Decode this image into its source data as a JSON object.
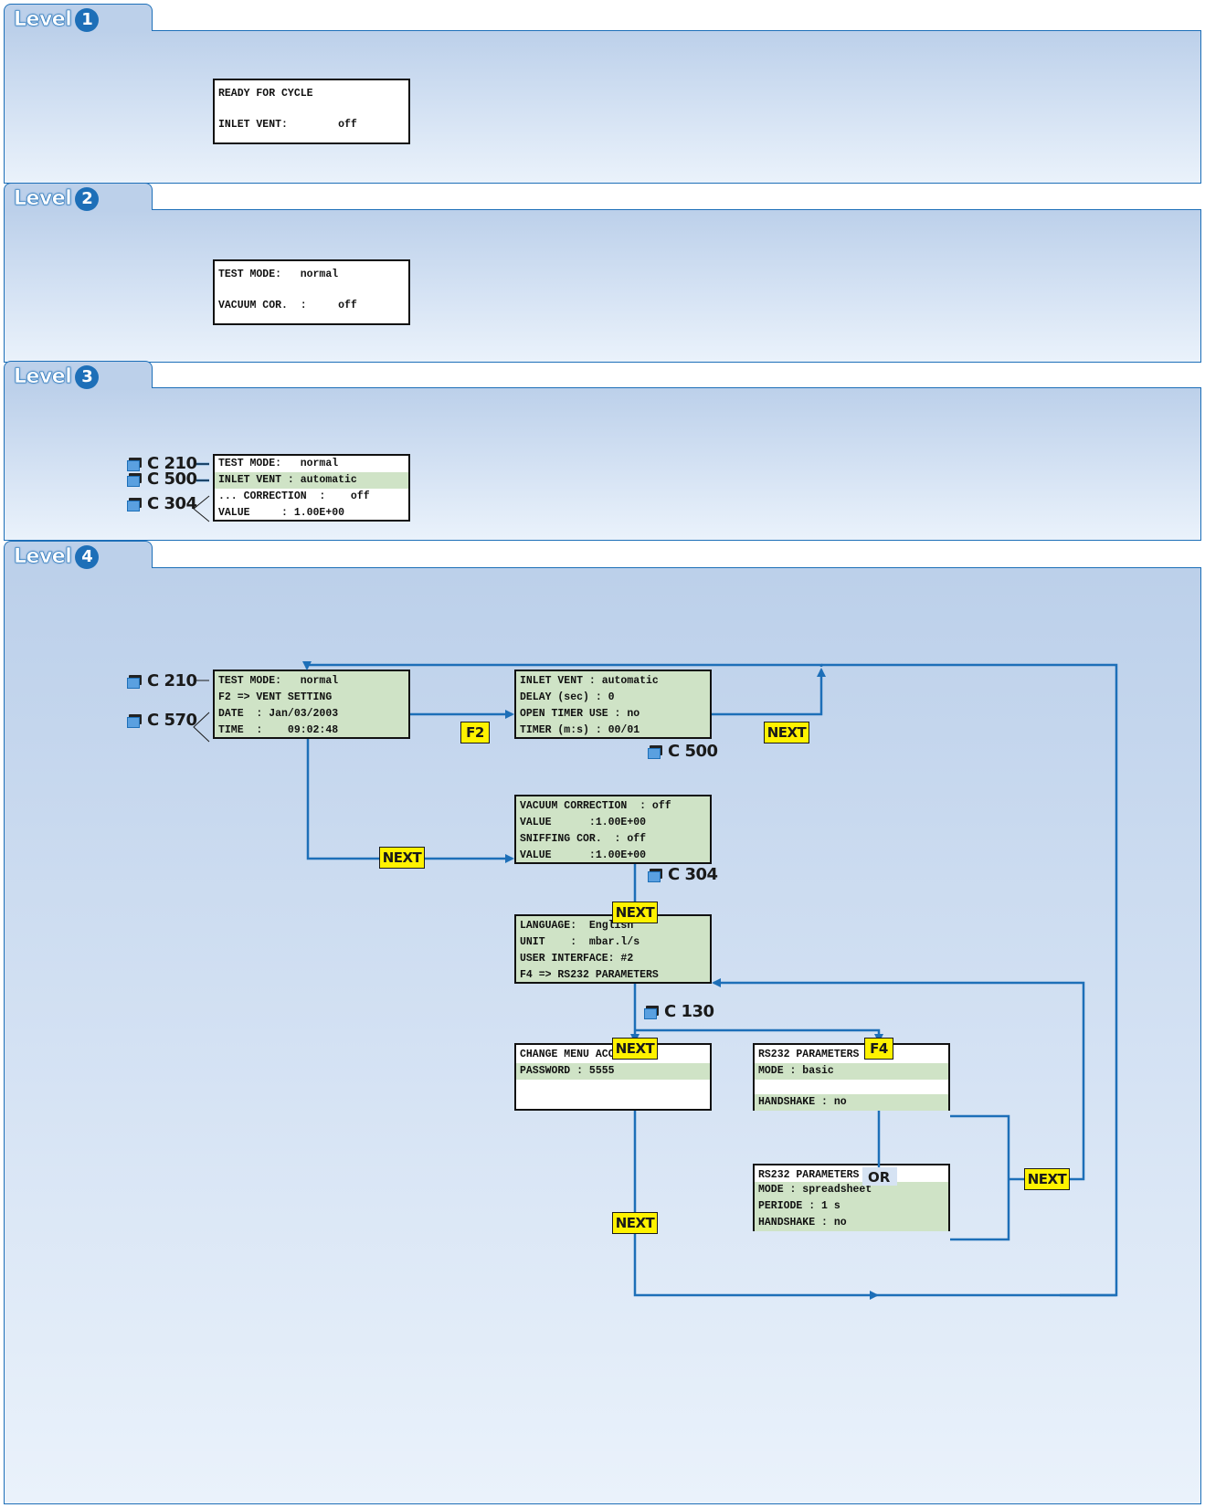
{
  "levels": [
    {
      "word": "Level",
      "num": "1"
    },
    {
      "word": "Level",
      "num": "2"
    },
    {
      "word": "Level",
      "num": "3"
    },
    {
      "word": "Level",
      "num": "4"
    }
  ],
  "level1": {
    "line1": "READY FOR CYCLE",
    "line2": "INLET VENT:        off"
  },
  "level2": {
    "line1": "TEST MODE:   normal",
    "line2": "VACUUM COR.  :     off"
  },
  "level3": {
    "lines": [
      "TEST MODE:   normal",
      "INLET VENT : automatic",
      "... CORRECTION  :    off",
      "VALUE     : 1.00E+00"
    ],
    "refs": [
      "C 210",
      "C 500",
      "C 304"
    ]
  },
  "level4": {
    "main": [
      "TEST MODE:   normal",
      "F2 => VENT SETTING",
      "DATE  : Jan/03/2003",
      "TIME  :    09:02:48"
    ],
    "main_refs": [
      "C 210",
      "C 570"
    ],
    "vent": [
      "INLET VENT : automatic",
      "DELAY (sec) : 0",
      "OPEN TIMER USE : no",
      "TIMER (m:s) : 00/01"
    ],
    "vent_ref": "C 500",
    "vacuum": [
      "VACUUM CORRECTION  : off",
      "VALUE      :1.00E+00",
      "SNIFFING COR.  : off",
      "VALUE      :1.00E+00"
    ],
    "vacuum_ref": "C 304",
    "language": [
      "LANGUAGE:  English",
      "UNIT    :  mbar.l/s",
      "USER INTERFACE: #2",
      "F4 => RS232 PARAMETERS"
    ],
    "language_ref": "C 130",
    "access": [
      "CHANGE MENU ACCESS",
      "PASSWORD : 5555"
    ],
    "rs232a": [
      "RS232 PARAMETERS",
      "MODE : basic",
      "",
      "HANDSHAKE : no"
    ],
    "rs232b": [
      "RS232 PARAMETERS",
      "MODE : spreadsheet",
      "PERIODE : 1 s",
      "HANDSHAKE : no"
    ],
    "keys": {
      "f2": "F2",
      "f4": "F4",
      "next": "NEXT",
      "or": "OR"
    }
  },
  "colors": {
    "line": "#1d6fb8",
    "key": "#fff200",
    "lcd_highlight": "#cfe3c6"
  }
}
